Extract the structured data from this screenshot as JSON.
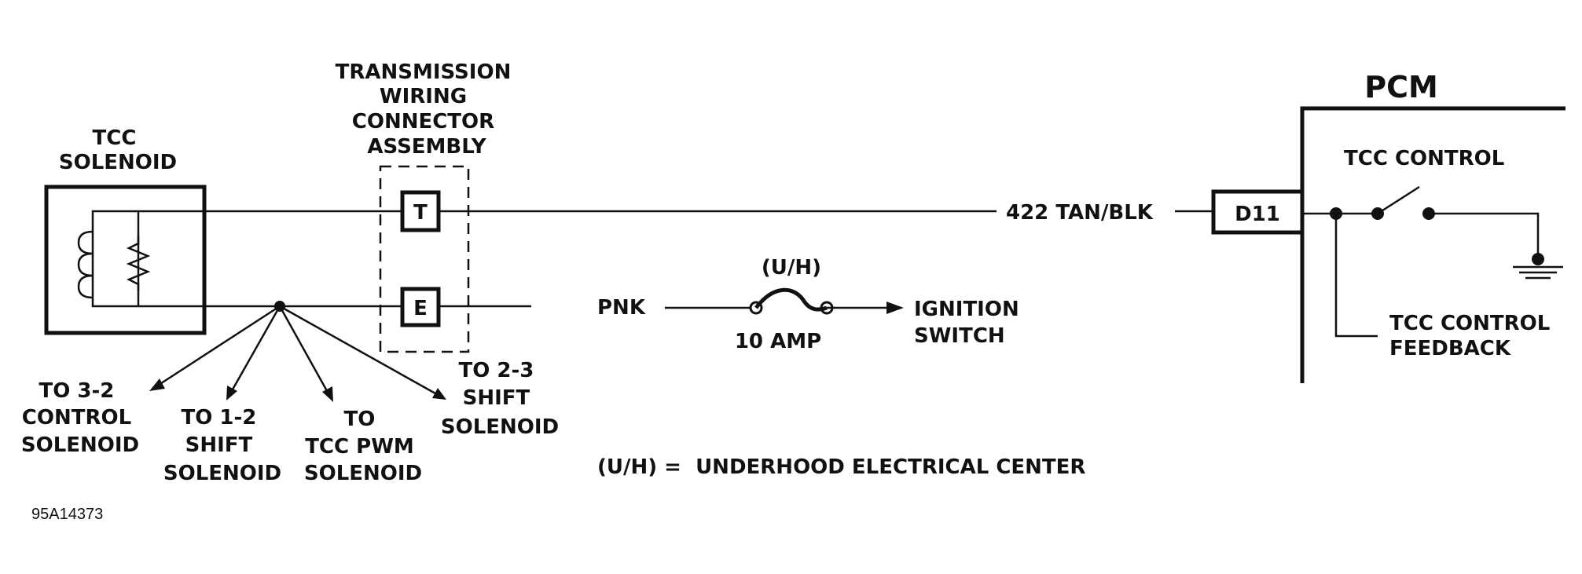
{
  "labels": {
    "tcc_solenoid": [
      "TCC",
      "SOLENOID"
    ],
    "connector_assembly": [
      "TRANSMISSION",
      "WIRING",
      "CONNECTOR",
      "ASSEMBLY"
    ],
    "pin_t": "T",
    "pin_e": "E",
    "wire_422": "422 TAN/BLK",
    "pin_d11": "D11",
    "pcm": "PCM",
    "tcc_control": "TCC CONTROL",
    "tcc_control_feedback": [
      "TCC CONTROL",
      "FEEDBACK"
    ],
    "pnk": "PNK",
    "fuse_location": "(U/H)",
    "fuse_rating": "10 AMP",
    "ignition_switch": [
      "IGNITION",
      "SWITCH"
    ],
    "to_3_2": [
      "TO 3-2",
      "CONTROL",
      "SOLENOID"
    ],
    "to_1_2": [
      "TO 1-2",
      "SHIFT",
      "SOLENOID"
    ],
    "to_tcc_pwm": [
      "TO",
      "TCC PWM",
      "SOLENOID"
    ],
    "to_2_3": [
      "TO 2-3",
      "SHIFT",
      "SOLENOID"
    ],
    "legend": "(U/H) =  UNDERHOOD ELECTRICAL CENTER",
    "figure_id": "95A14373"
  }
}
